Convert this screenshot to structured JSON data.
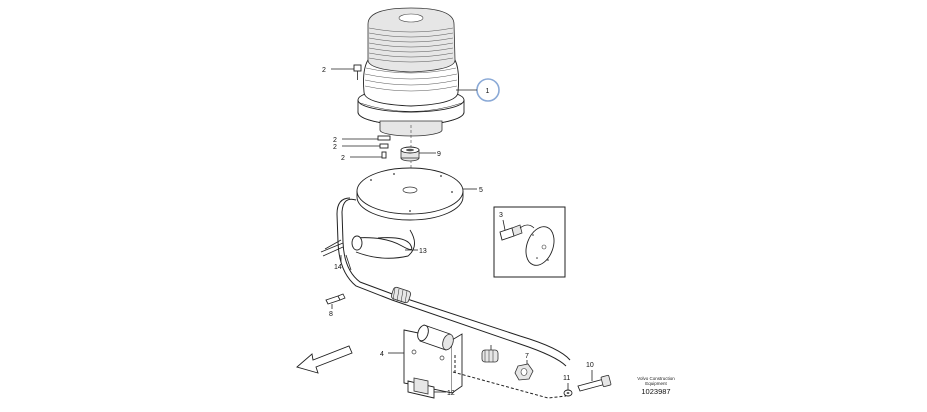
{
  "callouts": {
    "c1": "1",
    "c2a": "2",
    "c2b": "2",
    "c2c": "2",
    "c2d": "2",
    "c3": "3",
    "c4": "4",
    "c5": "5",
    "c7": "7",
    "c8": "8",
    "c9": "9",
    "c10": "10",
    "c11": "11",
    "c12": "12",
    "c13": "13",
    "c14": "14"
  },
  "note": {
    "line1": "Volvo Construction",
    "line2": "Equipment",
    "ref": "1023987"
  },
  "colors": {
    "highlight_ring": "#8aa9d6",
    "ink": "#222222"
  }
}
